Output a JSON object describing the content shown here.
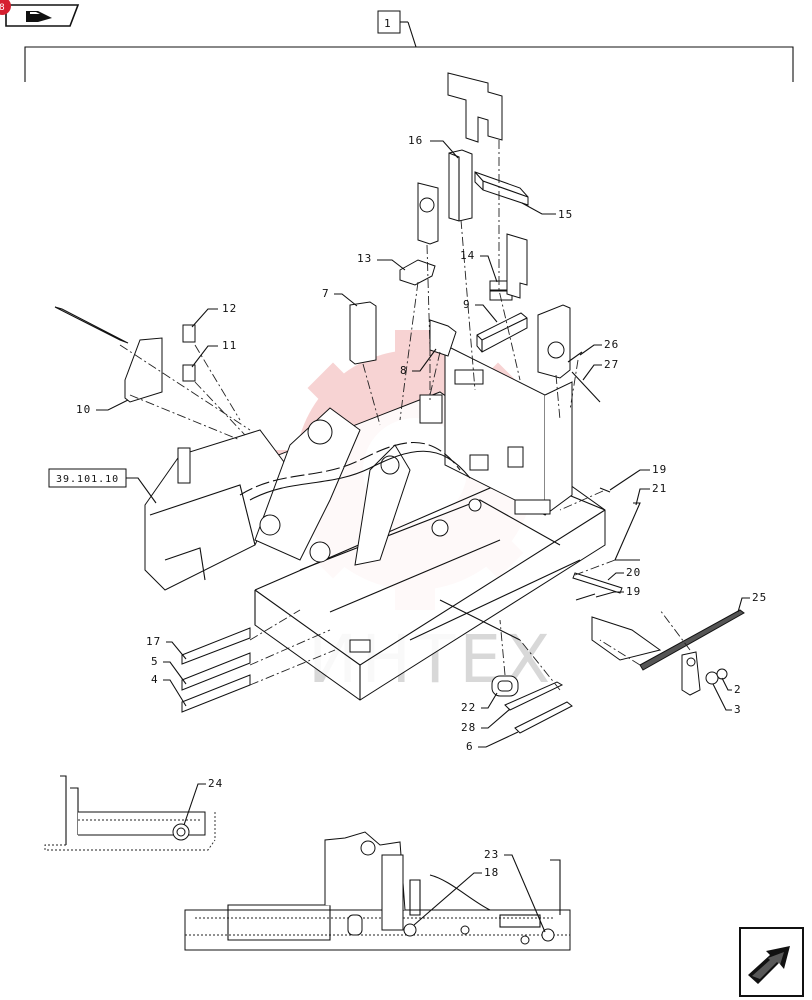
{
  "header": {
    "group_ref": "1",
    "ref_box_label": "39.101.10"
  },
  "watermark": {
    "text": "ИНТЕХ",
    "color": "#f2b5b5"
  },
  "callouts": [
    "16",
    "15",
    "13",
    "14",
    "7",
    "9",
    "12",
    "11",
    "10",
    "8",
    "26",
    "27",
    "19",
    "21",
    "20",
    "19",
    "25",
    "17",
    "5",
    "4",
    "22",
    "28",
    "6",
    "2",
    "3",
    "24",
    "23",
    "18"
  ],
  "icons": {
    "top_left": "book-arrow-icon",
    "bottom_right": "next-page-arrow-icon"
  }
}
